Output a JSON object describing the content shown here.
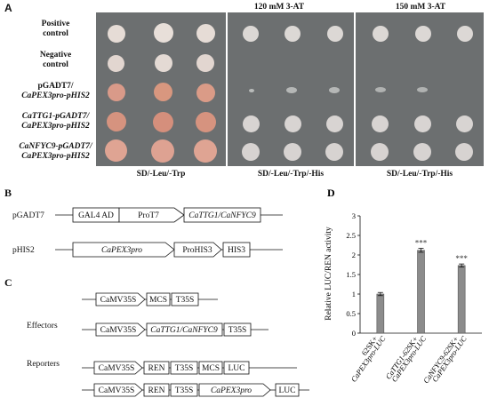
{
  "panel_labels": {
    "a": "A",
    "b": "B",
    "c": "C",
    "d": "D"
  },
  "panel_a": {
    "row_labels": [
      {
        "line1": "Positive",
        "line2": "control"
      },
      {
        "line1": "Negative",
        "line2": "control"
      },
      {
        "line1": "pGADT7/",
        "line2": "CaPEX3pro-pHIS2"
      },
      {
        "line1": "CaTTG1-pGADT7/",
        "line2": "CaPEX3pro-pHIS2"
      },
      {
        "line1": "CaNFYC9-pGADT7/",
        "line2": "CaPEX3pro-pHIS2"
      }
    ],
    "plate_headings": [
      "",
      "120 mM 3-AT",
      "150 mM 3-AT"
    ],
    "media_labels": [
      "SD/-Leu/-Trp",
      "SD/-Leu/-Trp/-His",
      "SD/-Leu/-Trp/-His"
    ],
    "colors": {
      "plate": "#6c6f70",
      "white_colony": "#e6dcd6",
      "pink_colony": "#dd9f8f",
      "faint": "#8d9190"
    }
  },
  "panel_b": {
    "row1_label": "pGADT7",
    "row1_boxes": [
      "GAL4 AD",
      "ProT7",
      "CaTTG1/CaNFYC9"
    ],
    "row2_label": "pHIS2",
    "row2_boxes": [
      "CaPEX3pro",
      "ProHIS3",
      "HIS3"
    ]
  },
  "panel_c": {
    "effectors_label": "Effectors",
    "reporters_label": "Reporters",
    "eff1": [
      "CaMV35S",
      "MCS",
      "T35S"
    ],
    "eff2": [
      "CaMV35S",
      "CaTTG1/CaNFYC9",
      "T35S"
    ],
    "rep1": [
      "CaMV35S",
      "REN",
      "T35S",
      "MCS",
      "LUC"
    ],
    "rep2": [
      "CaMV35S",
      "REN",
      "T35S",
      "CaPEX3pro",
      "LUC"
    ]
  },
  "chart_data": {
    "type": "bar",
    "ylabel": "Relative  LUC/REN activity",
    "ylim": [
      0,
      3
    ],
    "yticks": [
      "0",
      "0.5",
      "1",
      "1.5",
      "2",
      "2.5",
      "3"
    ],
    "categories": [
      {
        "line1": "62SK+",
        "line2": "CaPEX3pro-LUC"
      },
      {
        "line1": "CaTTG1-62SK+",
        "line2": "CaPEX3pro-LUC"
      },
      {
        "line1": "CaNFYC9-62SK+",
        "line2": "CaPEX3pro-LUC"
      }
    ],
    "values": [
      1.0,
      2.12,
      1.73
    ],
    "errors": [
      0.04,
      0.05,
      0.04
    ],
    "significance": [
      "",
      "***",
      "***"
    ],
    "bar_color": "#8c8c8c"
  }
}
